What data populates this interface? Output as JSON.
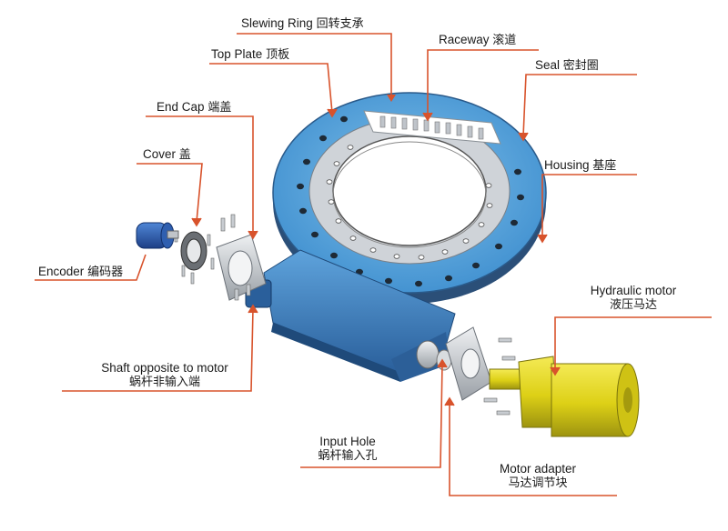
{
  "labels": {
    "slewing_ring": {
      "en": "Slewing Ring",
      "zh": "回转支承"
    },
    "raceway": {
      "en": "Raceway",
      "zh": "滚道"
    },
    "top_plate": {
      "en": "Top Plate",
      "zh": "顶板"
    },
    "seal": {
      "en": "Seal",
      "zh": "密封圈"
    },
    "end_cap": {
      "en": "End Cap",
      "zh": "端盖"
    },
    "housing": {
      "en": "Housing",
      "zh": "基座"
    },
    "cover": {
      "en": "Cover",
      "zh": "盖"
    },
    "encoder": {
      "en": "Encoder",
      "zh": "编码器"
    },
    "hydraulic_motor": {
      "en": "Hydraulic motor",
      "zh": "液压马达"
    },
    "shaft_opposite": {
      "en": "Shaft opposite to motor",
      "zh": "蜗杆非输入端"
    },
    "input_hole": {
      "en": "Input Hole",
      "zh": "蜗杆输入孔"
    },
    "motor_adapter": {
      "en": "Motor adapter",
      "zh": "马达调节块"
    }
  },
  "colors": {
    "leader_line": "#d8532c",
    "ring_blue": "#5aa6de",
    "housing_blue": "#3b7fc4",
    "motor_yellow": "#e3d51c",
    "bolt_grey": "#b8bcc2"
  }
}
